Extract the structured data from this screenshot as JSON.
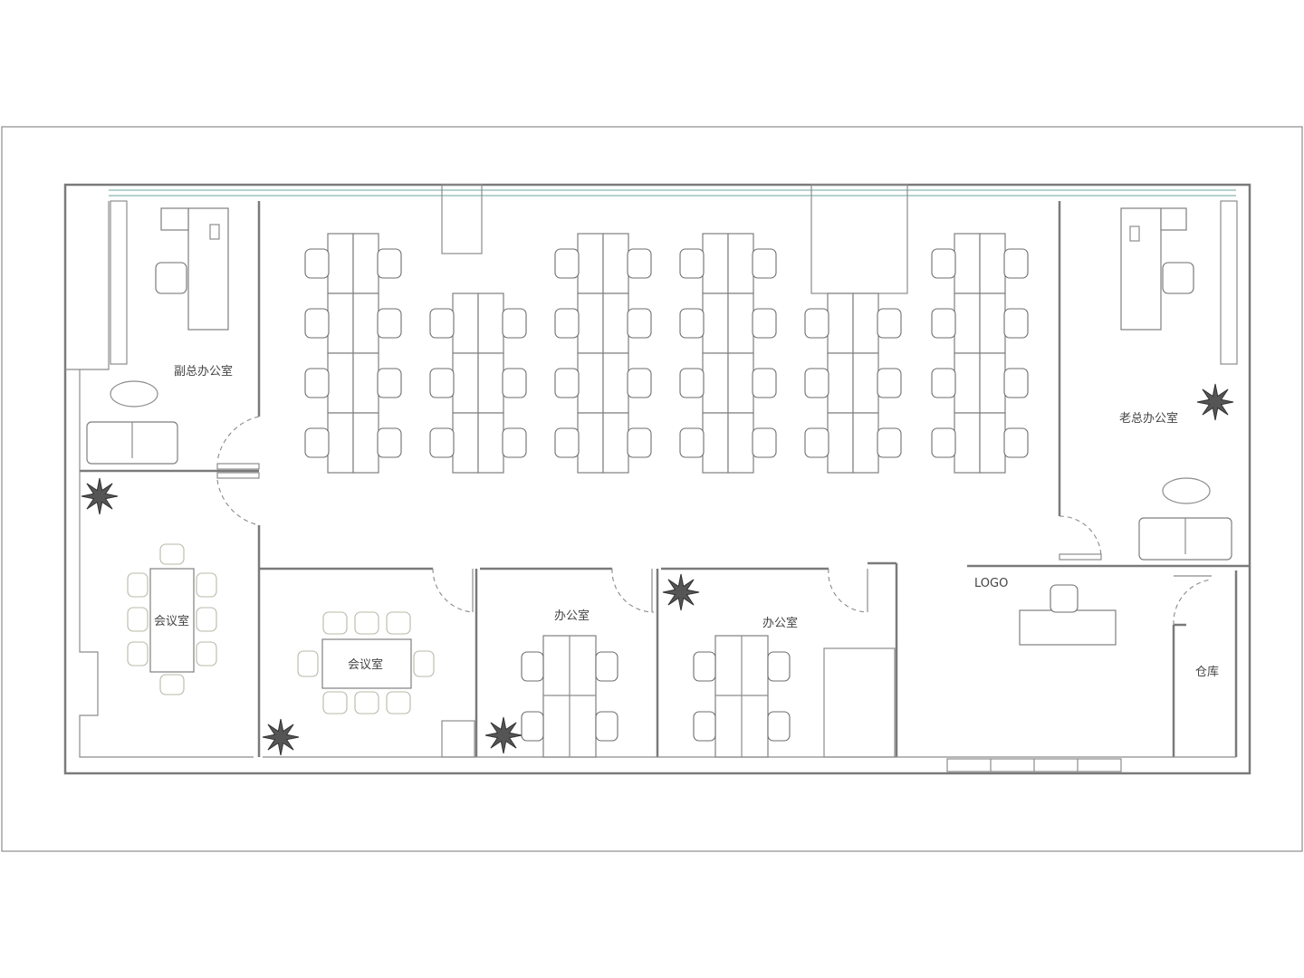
{
  "rooms": {
    "deputy_office": "副总办公室",
    "boss_office": "老总办公室",
    "meeting_room_left": "会议室",
    "meeting_room_center": "会议室",
    "office_1": "办公室",
    "office_2": "办公室",
    "storage": "仓库"
  },
  "reception": {
    "logo": "LOGO"
  },
  "colors": {
    "wall": "#7a7a7a",
    "glass": "#9cc3c0",
    "chair_light": "#b9b9a8"
  }
}
